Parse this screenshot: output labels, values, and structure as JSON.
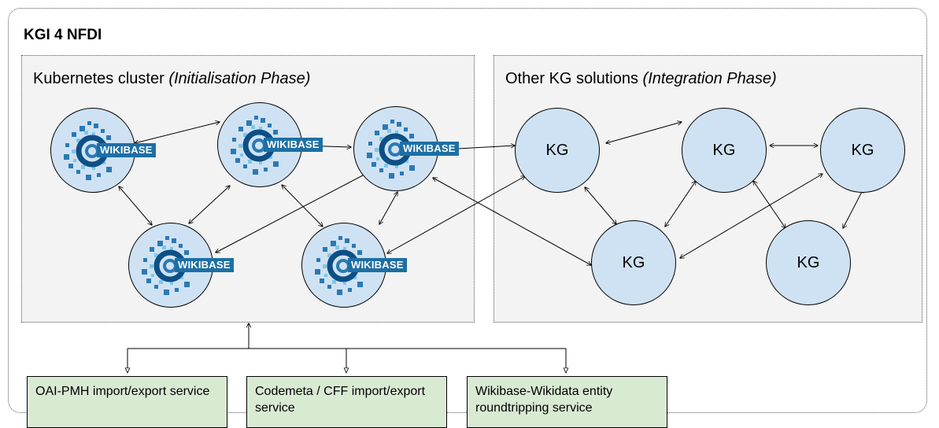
{
  "title": "KGI 4 NFDI",
  "panels": {
    "left": {
      "title": "Kubernetes cluster",
      "phase": "(Initialisation Phase)"
    },
    "right": {
      "title": "Other KG solutions",
      "phase": "(Integration Phase)"
    }
  },
  "nodes": {
    "wikibase_label": "WIKIBASE",
    "kg_label": "KG"
  },
  "services": [
    {
      "label": "OAI-PMH import/export service"
    },
    {
      "label": "Codemeta / CFF import/export service"
    },
    {
      "label": "Wikibase-Wikidata entity roundtripping service"
    }
  ],
  "colors": {
    "panel_bg": "#f3f3f3",
    "node_fill": "#cfe2f3",
    "service_fill": "#d9ead3",
    "wikibase_blue": "#1d6fa4"
  },
  "icons": [
    "wikibase-logo-icon"
  ]
}
